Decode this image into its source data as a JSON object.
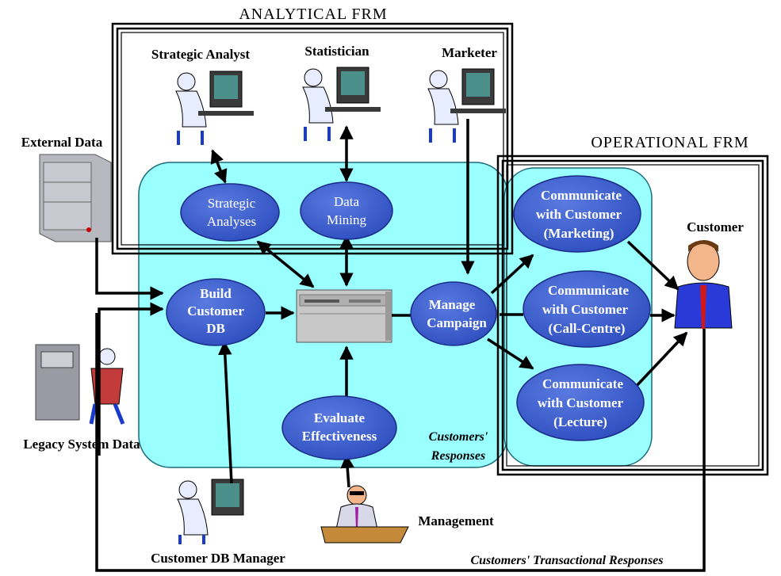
{
  "frames": {
    "analytical": "ANALYTICAL FRM",
    "operational": "OPERATIONAL FRM"
  },
  "actors": {
    "strategic_analyst": "Strategic Analyst",
    "statistician": "Statistician",
    "marketer": "Marketer",
    "external_data": "External Data",
    "legacy_system_data": "Legacy System Data",
    "customer": "Customer",
    "customer_db_manager": "Customer DB Manager",
    "management": "Management"
  },
  "nodes": {
    "strategic_analyses": [
      "Strategic",
      "Analyses"
    ],
    "data_mining": [
      "Data",
      "Mining"
    ],
    "build_customer_db": [
      "Build",
      "Customer",
      "DB"
    ],
    "manage_campaign": [
      "Manage",
      "Campaign"
    ],
    "evaluate_effectiveness": [
      "Evaluate",
      "Effectiveness"
    ],
    "comm_marketing": [
      "Communicate",
      "with Customer",
      "(Marketing)"
    ],
    "comm_callcentre": [
      "Communicate",
      "with Customer",
      "(Call-Centre)"
    ],
    "comm_lecture": [
      "Communicate",
      "with Customer",
      "(Lecture)"
    ]
  },
  "annotations": {
    "customers_responses": [
      "Customers'",
      "Responses"
    ],
    "transactional_responses": "Customers' Transactional Responses"
  },
  "colors": {
    "panel": "#99ffff",
    "node": "#3b5ccd",
    "line": "#000000"
  }
}
